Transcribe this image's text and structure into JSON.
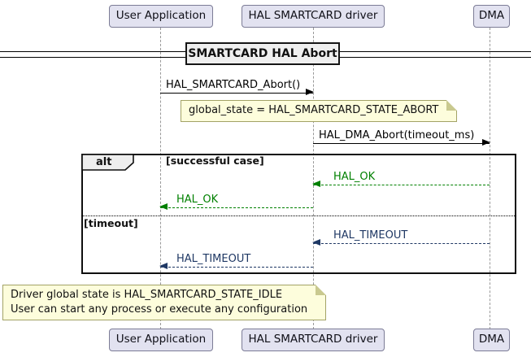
{
  "diagram": {
    "type": "sequence",
    "title": "SMARTCARD HAL Abort",
    "participants": [
      {
        "label": "User Application"
      },
      {
        "label": "HAL SMARTCARD driver"
      },
      {
        "label": "DMA"
      }
    ],
    "messages": [
      {
        "label": "HAL_SMARTCARD_Abort()",
        "from": "User Application",
        "to": "HAL SMARTCARD driver",
        "style": "solid",
        "color": "#000000"
      },
      {
        "label": "HAL_DMA_Abort(timeout_ms)",
        "from": "HAL SMARTCARD driver",
        "to": "DMA",
        "style": "solid",
        "color": "#000000"
      },
      {
        "label": "HAL_OK",
        "from": "DMA",
        "to": "HAL SMARTCARD driver",
        "style": "dashed",
        "color": "#008000"
      },
      {
        "label": "HAL_OK",
        "from": "HAL SMARTCARD driver",
        "to": "User Application",
        "style": "dashed",
        "color": "#008000"
      },
      {
        "label": "HAL_TIMEOUT",
        "from": "DMA",
        "to": "HAL SMARTCARD driver",
        "style": "dashed",
        "color": "#1F3864"
      },
      {
        "label": "HAL_TIMEOUT",
        "from": "HAL SMARTCARD driver",
        "to": "User Application",
        "style": "dashed",
        "color": "#1F3864"
      }
    ],
    "alt_fragment": {
      "operator": "alt",
      "guards": [
        {
          "label": "[successful case]"
        },
        {
          "label": "[timeout]"
        }
      ]
    },
    "notes": [
      {
        "lines": [
          "global_state = HAL_SMARTCARD_STATE_ABORT"
        ]
      },
      {
        "lines": [
          "Driver global state is HAL_SMARTCARD_STATE_IDLE",
          "User can start any process or execute any configuration"
        ]
      }
    ],
    "colors": {
      "participant_bg": "#E2E2F0",
      "participant_border": "#7C7C96",
      "note_bg": "#FDFDDC",
      "note_border": "#A3A366",
      "frame_bg": "#EEEEEE",
      "ok_green": "#008000",
      "timeout_blue": "#1F3864",
      "lifeline_gray": "#999999"
    }
  }
}
